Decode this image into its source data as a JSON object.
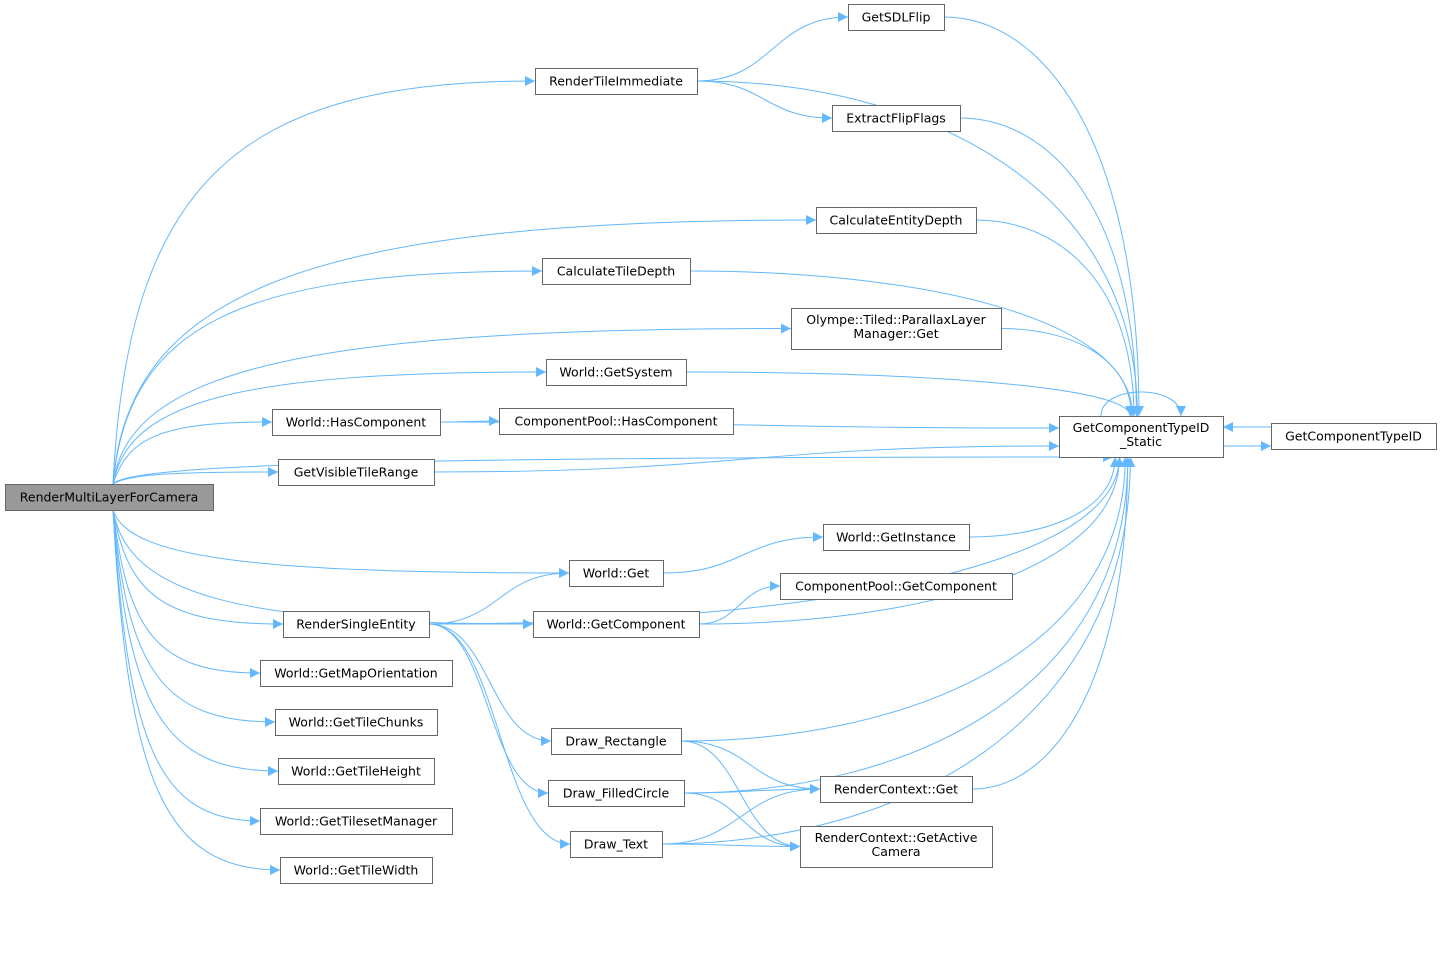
{
  "title": "RenderMultiLayerForCamera call graph",
  "colors": {
    "edge": "#63b8ff",
    "root_fill": "#999999",
    "node_border": "#666666"
  },
  "nodes": [
    {
      "id": "root",
      "lines": [
        "RenderMultiLayerForCamera"
      ]
    },
    {
      "id": "rti",
      "lines": [
        "RenderTileImmediate"
      ]
    },
    {
      "id": "sdl",
      "lines": [
        "GetSDLFlip"
      ]
    },
    {
      "id": "eff",
      "lines": [
        "ExtractFlipFlags"
      ]
    },
    {
      "id": "ced",
      "lines": [
        "CalculateEntityDepth"
      ]
    },
    {
      "id": "ctd",
      "lines": [
        "CalculateTileDepth"
      ]
    },
    {
      "id": "plm",
      "lines": [
        "Olympe::Tiled::ParallaxLayer",
        "Manager::Get"
      ]
    },
    {
      "id": "wgs",
      "lines": [
        "World::GetSystem"
      ]
    },
    {
      "id": "whc",
      "lines": [
        "World::HasComponent"
      ]
    },
    {
      "id": "cphc",
      "lines": [
        "ComponentPool::HasComponent"
      ]
    },
    {
      "id": "gvtr",
      "lines": [
        "GetVisibleTileRange"
      ]
    },
    {
      "id": "gcs",
      "lines": [
        "GetComponentTypeID",
        "_Static"
      ]
    },
    {
      "id": "gct",
      "lines": [
        "GetComponentTypeID"
      ]
    },
    {
      "id": "wgi",
      "lines": [
        "World::GetInstance"
      ]
    },
    {
      "id": "wg",
      "lines": [
        "World::Get"
      ]
    },
    {
      "id": "cpgc",
      "lines": [
        "ComponentPool::GetComponent"
      ]
    },
    {
      "id": "rse",
      "lines": [
        "RenderSingleEntity"
      ]
    },
    {
      "id": "wgc",
      "lines": [
        "World::GetComponent"
      ]
    },
    {
      "id": "wmo",
      "lines": [
        "World::GetMapOrientation"
      ]
    },
    {
      "id": "wtc",
      "lines": [
        "World::GetTileChunks"
      ]
    },
    {
      "id": "wth",
      "lines": [
        "World::GetTileHeight"
      ]
    },
    {
      "id": "wtm",
      "lines": [
        "World::GetTilesetManager"
      ]
    },
    {
      "id": "wtw",
      "lines": [
        "World::GetTileWidth"
      ]
    },
    {
      "id": "drr",
      "lines": [
        "Draw_Rectangle"
      ]
    },
    {
      "id": "dfc",
      "lines": [
        "Draw_FilledCircle"
      ]
    },
    {
      "id": "dtx",
      "lines": [
        "Draw_Text"
      ]
    },
    {
      "id": "rcg",
      "lines": [
        "RenderContext::Get"
      ]
    },
    {
      "id": "rcac",
      "lines": [
        "RenderContext::GetActive",
        "Camera"
      ]
    }
  ],
  "edges": [
    [
      "root",
      "rti"
    ],
    [
      "root",
      "gcs"
    ],
    [
      "root",
      "ced"
    ],
    [
      "root",
      "ctd"
    ],
    [
      "root",
      "plm"
    ],
    [
      "root",
      "wgs"
    ],
    [
      "root",
      "whc"
    ],
    [
      "root",
      "gvtr"
    ],
    [
      "root",
      "wg"
    ],
    [
      "root",
      "wgc"
    ],
    [
      "root",
      "rse"
    ],
    [
      "root",
      "wmo"
    ],
    [
      "root",
      "wtc"
    ],
    [
      "root",
      "wth"
    ],
    [
      "root",
      "wtm"
    ],
    [
      "root",
      "wtw"
    ],
    [
      "rti",
      "sdl"
    ],
    [
      "rti",
      "gcs"
    ],
    [
      "rti",
      "eff"
    ],
    [
      "sdl",
      "gcs"
    ],
    [
      "eff",
      "gcs"
    ],
    [
      "ced",
      "gcs"
    ],
    [
      "ctd",
      "gcs"
    ],
    [
      "plm",
      "gcs"
    ],
    [
      "wgs",
      "gcs"
    ],
    [
      "whc",
      "cphc"
    ],
    [
      "whc",
      "gcs"
    ],
    [
      "gvtr",
      "gcs"
    ],
    [
      "gcs",
      "gcs"
    ],
    [
      "gcs",
      "gct"
    ],
    [
      "gct",
      "gcs"
    ],
    [
      "wg",
      "wgi"
    ],
    [
      "wgi",
      "gcs"
    ],
    [
      "wgc",
      "cpgc"
    ],
    [
      "wgc",
      "gcs"
    ],
    [
      "rse",
      "wg"
    ],
    [
      "rse",
      "wgc"
    ],
    [
      "rse",
      "gcs"
    ],
    [
      "rse",
      "drr"
    ],
    [
      "rse",
      "dfc"
    ],
    [
      "rse",
      "dtx"
    ],
    [
      "drr",
      "gcs"
    ],
    [
      "drr",
      "rcg"
    ],
    [
      "drr",
      "rcac"
    ],
    [
      "dfc",
      "rcg"
    ],
    [
      "dfc",
      "rcac"
    ],
    [
      "dfc",
      "gcs"
    ],
    [
      "dtx",
      "rcg"
    ],
    [
      "dtx",
      "rcac"
    ],
    [
      "dtx",
      "gcs"
    ],
    [
      "rcg",
      "gcs"
    ]
  ]
}
